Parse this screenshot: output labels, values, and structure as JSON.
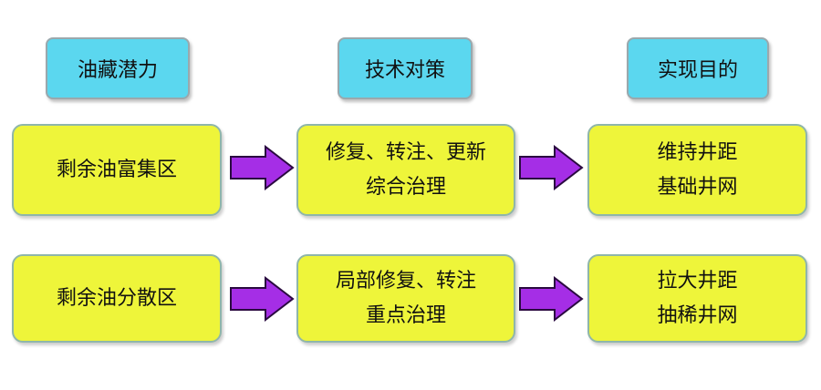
{
  "headers": [
    "油藏潜力",
    "技术对策",
    "实现目的"
  ],
  "rows": [
    {
      "cells": [
        [
          "剩余油富集区"
        ],
        [
          "修复、转注、更新",
          "综合治理"
        ],
        [
          "维持井距",
          "基础井网"
        ]
      ]
    },
    {
      "cells": [
        [
          "剩余油分散区"
        ],
        [
          "局部修复、转注",
          "重点治理"
        ],
        [
          "拉大井距",
          "抽稀井网"
        ]
      ]
    }
  ],
  "colors": {
    "header_fill": "#5bd7ef",
    "box_fill": "#eef53a",
    "arrow_fill": "#a52ee6"
  }
}
